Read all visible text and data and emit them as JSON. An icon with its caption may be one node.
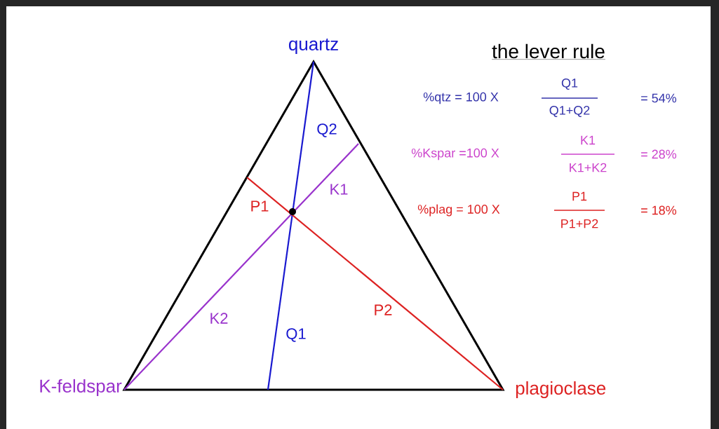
{
  "diagram": {
    "title": "the lever rule",
    "labels": [
      "quartz",
      "K-feldspar",
      "plagioclase",
      "Q2",
      "K1",
      "P1",
      "K2",
      "Q1",
      "P2",
      "%qtz = 100 X",
      "Q1",
      "Q1+Q2",
      "= 54%",
      "%Kspar =100 X",
      "K1",
      "K1+K2",
      "= 28%",
      "%plag = 100 X",
      "P1",
      "P1+P2",
      "= 18%"
    ]
  }
}
